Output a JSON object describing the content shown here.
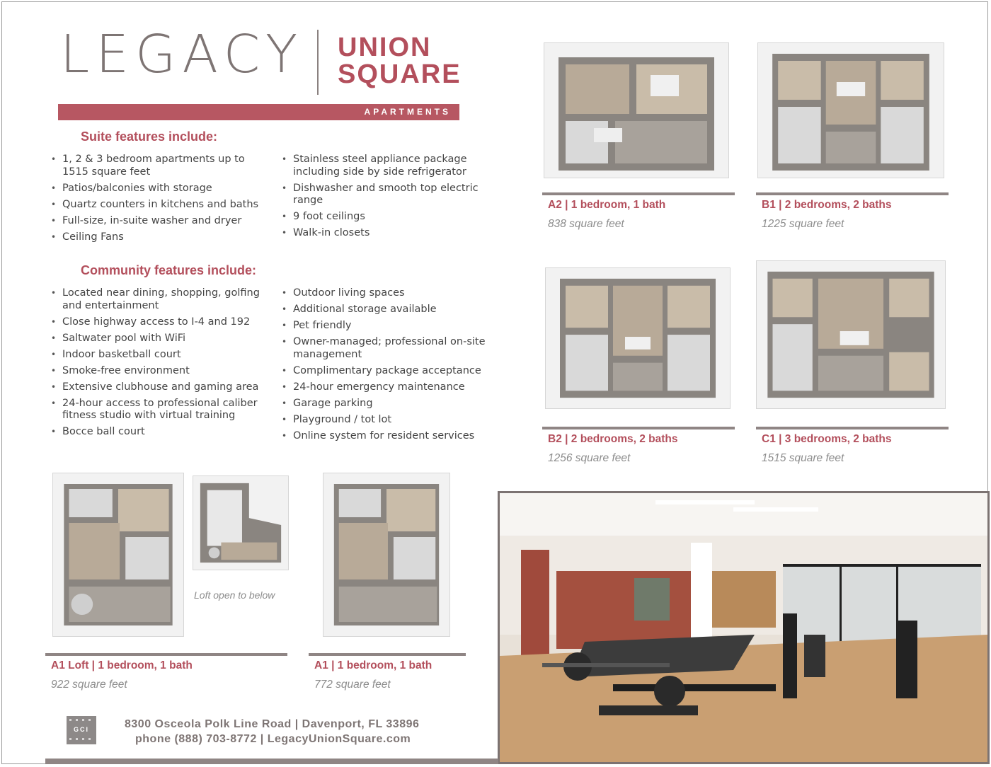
{
  "brand": {
    "name_primary": "LEGACY",
    "name_secondary_line1": "UNION",
    "name_secondary_line2": "SQUARE",
    "tagline": "APARTMENTS",
    "accent_color": "#b34f5c",
    "grey_color": "#7e7574"
  },
  "suite": {
    "heading": "Suite features include:",
    "col1": [
      "1, 2 & 3 bedroom apartments up to 1515 square feet",
      "Patios/balconies with storage",
      "Quartz counters in kitchens and baths",
      "Full-size, in-suite washer and dryer",
      "Ceiling Fans"
    ],
    "col2": [
      "Stainless steel appliance package including side by side refrigerator",
      "Dishwasher and smooth top electric range",
      "9 foot ceilings",
      "Walk-in closets"
    ]
  },
  "community": {
    "heading": "Community features include:",
    "col1": [
      "Located near dining, shopping, golfing and entertainment",
      "Close highway access to I-4 and 192",
      "Saltwater pool with WiFi",
      "Indoor basketball court",
      "Smoke-free environment",
      "Extensive clubhouse and gaming area",
      "24-hour access to professional caliber fitness studio with virtual training",
      "Bocce ball court"
    ],
    "col2": [
      "Outdoor living spaces",
      "Additional storage available",
      "Pet friendly",
      "Owner-managed; professional on-site management",
      "Complimentary package acceptance",
      "24-hour emergency maintenance",
      "Garage parking",
      "Playground / tot lot",
      "Online system for resident services"
    ]
  },
  "floorplans": {
    "a2": {
      "title": "A2  |  1 bedroom, 1 bath",
      "sqft": "838 square feet"
    },
    "b1": {
      "title": "B1  |  2 bedrooms, 2 baths",
      "sqft": "1225 square feet"
    },
    "b2": {
      "title": "B2  |  2 bedrooms, 2 baths",
      "sqft": "1256 square feet"
    },
    "c1": {
      "title": "C1  |  3 bedrooms, 2 baths",
      "sqft": "1515 square feet"
    },
    "a1_loft": {
      "title": "A1 Loft  |  1 bedroom, 1 bath",
      "sqft": "922 square feet",
      "loft_caption": "Loft open to below"
    },
    "a1": {
      "title": "A1  |  1 bedroom, 1 bath",
      "sqft": "772 square feet"
    }
  },
  "footer": {
    "logo_text": "GCI",
    "address": "8300 Osceola Polk Line Road | Davenport, FL 33896",
    "contact": "phone (888) 703-8772 | LegacyUnionSquare.com"
  }
}
